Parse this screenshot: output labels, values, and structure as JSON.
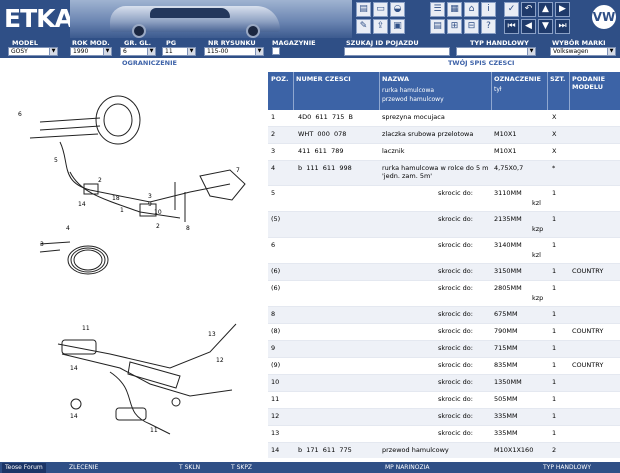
{
  "header": {
    "logo": "ETKA",
    "vw_logo": "VW",
    "toolbar_icons": [
      "print-icon",
      "doc-icon",
      "edit-icon",
      "car-icon",
      "export-icon",
      "window-icon",
      "list-icon",
      "grid-icon",
      "cart-icon",
      "pin-icon",
      "back-arrow-icon",
      "first-icon",
      "up-arrow-icon",
      "down-arrow-icon",
      "prev-icon",
      "next-icon"
    ]
  },
  "filters": {
    "model": {
      "label": "MODEL",
      "value": "GOSY"
    },
    "year": {
      "label": "ROK MOD.",
      "value": "1990"
    },
    "group": {
      "label": "GR. GL.",
      "value": "6"
    },
    "subgroup": {
      "label": "PG",
      "value": "11"
    },
    "drawing_no": {
      "label": "NR RYSUNKU",
      "value": "115-00"
    },
    "warehouse": {
      "label": "MAGAZYNIE"
    },
    "search_id": {
      "label": "SZUKAJ ID POJAZDU",
      "value": ""
    },
    "trade_type": {
      "label": "TYP HANDLOWY",
      "value": ""
    },
    "brand": {
      "label": "WYBÓR MARKI",
      "value": "Volkswagen"
    }
  },
  "subheaders": {
    "left": "OGRANICZENIE",
    "right": "TWÓJ SPIS CZESCI"
  },
  "table": {
    "columns": [
      "POZ.",
      "NUMER CZESCI",
      "NAZWA",
      "OZNACZENIE",
      "SZT.",
      "PODANIE MODELU"
    ],
    "header_desc": [
      "rurka hamulcowa",
      "przewod hamulcowy"
    ],
    "header_ozn": "tył",
    "rows": [
      {
        "poz": "1",
        "num": "4D0  611  715  B",
        "name": "sprezyna mocujaca",
        "ozn": "",
        "szt": "X",
        "model": ""
      },
      {
        "poz": "2",
        "num": "WHT  000  078",
        "name": "zlaczka srubowa przelotowa",
        "ozn": "M10X1",
        "szt": "X",
        "model": ""
      },
      {
        "poz": "3",
        "num": "411  611  789",
        "name": "lacznik",
        "ozn": "M10X1",
        "szt": "X",
        "model": ""
      },
      {
        "poz": "4",
        "num": "b  111  611  998",
        "name": "rurka hamulcowa w rolce do 5 m",
        "name2": "'jedn. zam. 5m'",
        "ozn": "4,75X0,7",
        "szt": "*",
        "model": ""
      },
      {
        "poz": "5",
        "num": "",
        "name": "skrocic do:",
        "ozn": "3110MM",
        "ozn2": "kzl",
        "szt": "1",
        "model": ""
      },
      {
        "poz": "(5)",
        "num": "",
        "name": "skrocic do:",
        "ozn": "2135MM",
        "ozn2": "kzp",
        "szt": "1",
        "model": ""
      },
      {
        "poz": "6",
        "num": "",
        "name": "skrocic do:",
        "ozn": "3140MM",
        "ozn2": "kzl",
        "szt": "1",
        "model": ""
      },
      {
        "poz": "(6)",
        "num": "",
        "name": "skrocic do:",
        "ozn": "3150MM",
        "szt": "1",
        "model": "COUNTRY"
      },
      {
        "poz": "(6)",
        "num": "",
        "name": "skrocic do:",
        "ozn": "2805MM",
        "ozn2": "kzp",
        "szt": "1",
        "model": ""
      },
      {
        "poz": "8",
        "num": "",
        "name": "skrocic do:",
        "ozn": "675MM",
        "szt": "1",
        "model": ""
      },
      {
        "poz": "(8)",
        "num": "",
        "name": "skrocic do:",
        "ozn": "790MM",
        "szt": "1",
        "model": "COUNTRY"
      },
      {
        "poz": "9",
        "num": "",
        "name": "skrocic do:",
        "ozn": "715MM",
        "szt": "1",
        "model": ""
      },
      {
        "poz": "(9)",
        "num": "",
        "name": "skrocic do:",
        "ozn": "835MM",
        "szt": "1",
        "model": "COUNTRY"
      },
      {
        "poz": "10",
        "num": "",
        "name": "skrocic do:",
        "ozn": "1350MM",
        "szt": "1",
        "model": ""
      },
      {
        "poz": "11",
        "num": "",
        "name": "skrocic do:",
        "ozn": "505MM",
        "szt": "1",
        "model": ""
      },
      {
        "poz": "12",
        "num": "",
        "name": "skrocic do:",
        "ozn": "335MM",
        "szt": "1",
        "model": ""
      },
      {
        "poz": "13",
        "num": "",
        "name": "skrocic do:",
        "ozn": "335MM",
        "szt": "1",
        "model": ""
      },
      {
        "poz": "14",
        "num": "b  171  611  775",
        "name": "przewod hamulcowy",
        "ozn": "M10X1X160",
        "szt": "2",
        "model": ""
      }
    ]
  },
  "drawing_labels": [
    "6",
    "5",
    "2",
    "14",
    "18",
    "1",
    "3",
    "2",
    "7",
    "8",
    "10",
    "9",
    "4",
    "13",
    "12",
    "11",
    "14",
    "11"
  ],
  "bottom_tabs": [
    "Teose Forum",
    "ZLECENIE",
    "T SKLN",
    "T SKPZ",
    "MP NARINOZIA",
    "TYP HANDLOWY"
  ]
}
